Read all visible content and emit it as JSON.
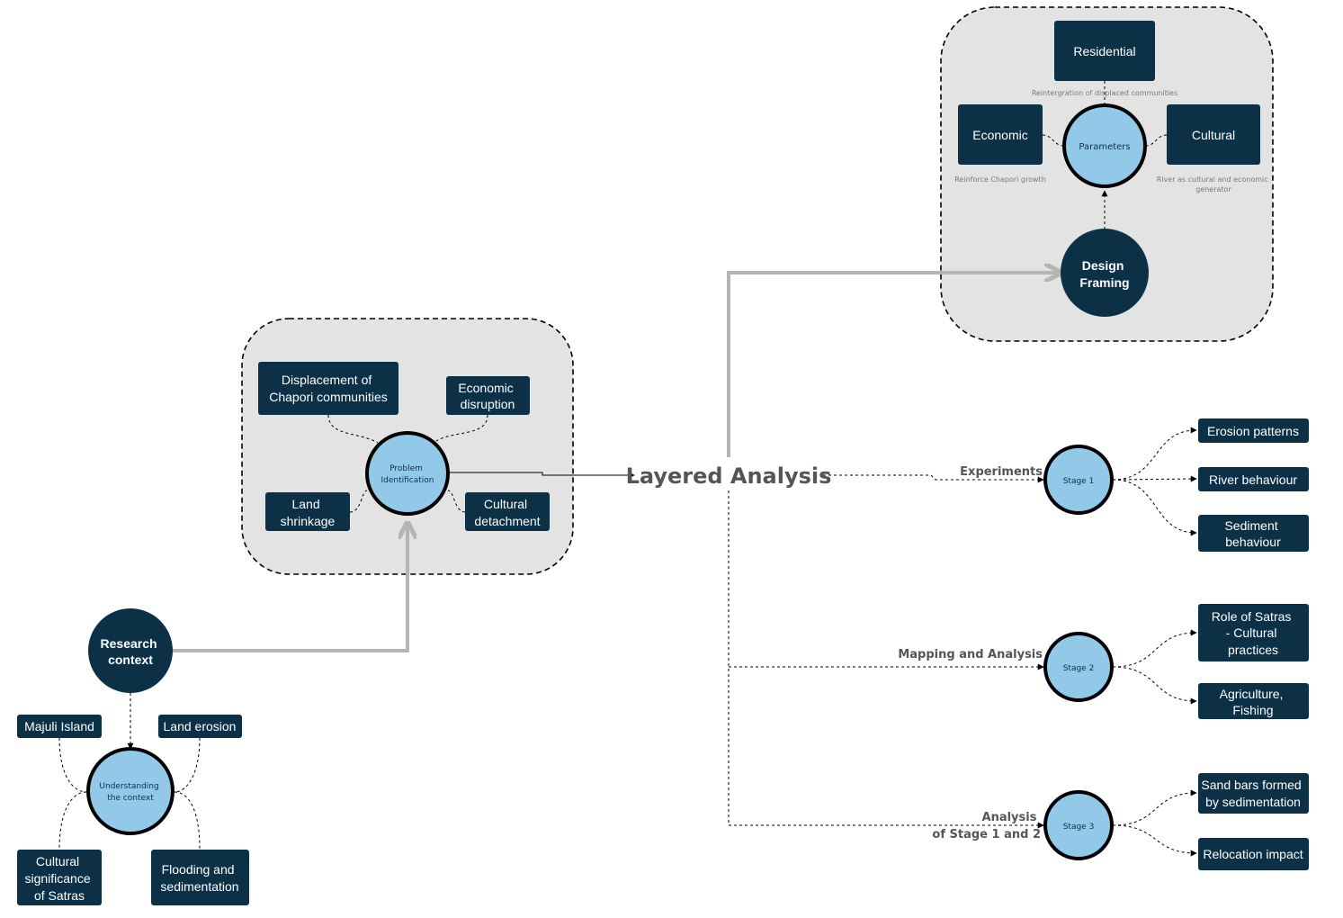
{
  "research_context": {
    "label": [
      "Research",
      "context"
    ]
  },
  "understanding": {
    "label": [
      "Understanding",
      "the context"
    ],
    "items": [
      {
        "lines": [
          "Majuli Island"
        ]
      },
      {
        "lines": [
          "Land erosion"
        ]
      },
      {
        "lines": [
          "Cultural",
          "significance",
          "of Satras"
        ]
      },
      {
        "lines": [
          "Flooding and",
          "sedimentation"
        ]
      }
    ]
  },
  "problem": {
    "label": [
      "Problem",
      "Identification"
    ],
    "items": [
      {
        "lines": [
          "Displacement of",
          "Chapori communities"
        ]
      },
      {
        "lines": [
          "Economic",
          "disruption"
        ]
      },
      {
        "lines": [
          "Land",
          "shrinkage"
        ]
      },
      {
        "lines": [
          "Cultural",
          "detachment"
        ]
      }
    ]
  },
  "layered_analysis": {
    "title": "Layered Analysis"
  },
  "design_framing": {
    "label": [
      "Design",
      "Framing"
    ]
  },
  "parameters": {
    "label": "Parameters",
    "residential": {
      "label": "Residential",
      "caption": [
        "Reintergration of displaced communities"
      ]
    },
    "economic": {
      "label": "Economic",
      "caption": [
        "Reinforce Chapori growth"
      ]
    },
    "cultural": {
      "label": "Cultural",
      "caption": [
        "River as cultural and economic",
        "generator"
      ]
    }
  },
  "stages": [
    {
      "label": "Stage 1",
      "branch_label": [
        "Experiments"
      ],
      "items": [
        {
          "lines": [
            "Erosion patterns"
          ]
        },
        {
          "lines": [
            "River behaviour"
          ]
        },
        {
          "lines": [
            "Sediment",
            "behaviour"
          ]
        }
      ]
    },
    {
      "label": "Stage 2",
      "branch_label": [
        "Mapping and Analysis"
      ],
      "items": [
        {
          "lines": [
            "Role of Satras",
            "- Cultural",
            "practices"
          ]
        },
        {
          "lines": [
            "Agriculture,",
            "Fishing"
          ]
        }
      ]
    },
    {
      "label": "Stage 3",
      "branch_label": [
        "Analysis",
        "of Stage 1 and 2"
      ],
      "items": [
        {
          "lines": [
            "Sand bars formed",
            "by sedimentation"
          ]
        },
        {
          "lines": [
            "Relocation impact"
          ]
        }
      ]
    }
  ],
  "colors": {
    "dark_node": "#0c3147",
    "light_node": "#92c9e8",
    "group_fill": "#e3e3e3",
    "connector_grey": "#b5b5b5",
    "label_grey": "#555555"
  }
}
